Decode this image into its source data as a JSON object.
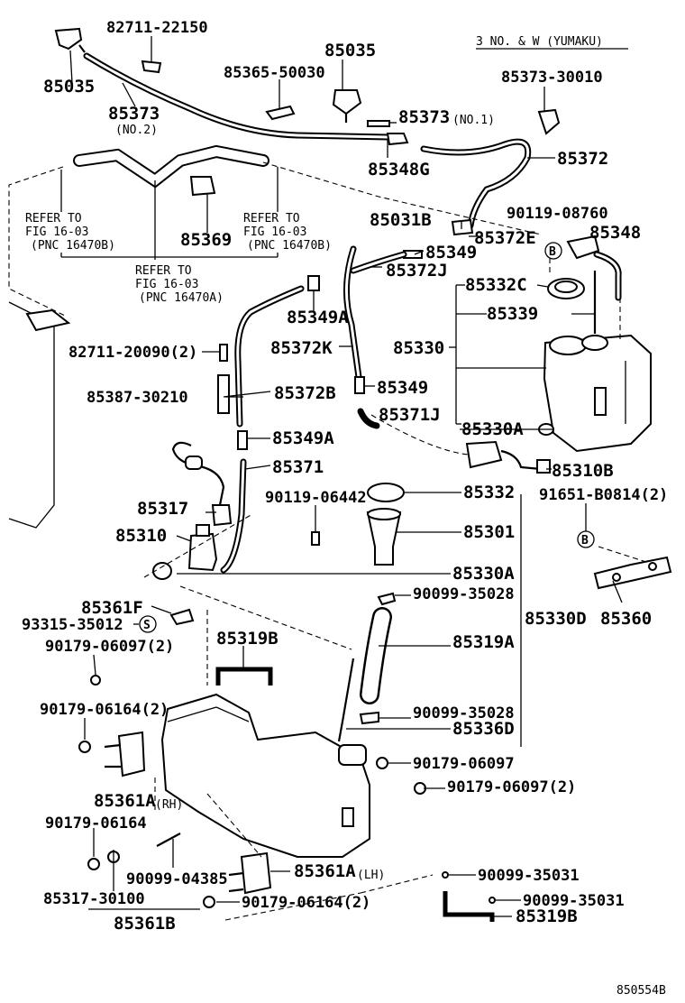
{
  "heading": "3 NO. & W (YUMAKU)",
  "footer_code": "850554B",
  "notes": {
    "refer_left": [
      "REFER TO",
      "FIG 16-03",
      "(PNC 16470B)"
    ],
    "refer_right": [
      "REFER TO",
      "FIG 16-03",
      "(PNC 16470B)"
    ],
    "refer_center": [
      "REFER TO",
      "FIG 16-03",
      "(PNC 16470A)"
    ]
  },
  "labels": {
    "p82711_22150": "82711-22150",
    "p85035_top": "85035",
    "p85035_left": "85035",
    "p85365": "85365-50030",
    "p85373_no2": "85373",
    "p85373_no2_sub": "(NO.2)",
    "p85373_no1": "85373",
    "p85373_no1_sub": "(NO.1)",
    "p85373_30010": "85373-30010",
    "p85348G": "85348G",
    "p85372": "85372",
    "p85369": "85369",
    "p85031B": "85031B",
    "p85372E": "85372E",
    "p90119_08760": "90119-08760",
    "p85348": "85348",
    "p85349_a": "85349",
    "p85372J": "85372J",
    "p85332C": "85332C",
    "p85349A_1": "85349A",
    "p85339": "85339",
    "p82711_20090": "82711-20090(2)",
    "p85372K": "85372K",
    "p85330": "85330",
    "p85387": "85387-30210",
    "p85372B": "85372B",
    "p85349_b": "85349",
    "p85371J": "85371J",
    "p85330A_1": "85330A",
    "p85349A_2": "85349A",
    "p85310B": "85310B",
    "p85371": "85371",
    "p90119_06442": "90119-06442",
    "p85332": "85332",
    "p91651": "91651-B0814(2)",
    "p85317": "85317",
    "p85301": "85301",
    "p85310": "85310",
    "p85330A_2": "85330A",
    "p90099_35028_a": "90099-35028",
    "p85361F": "85361F",
    "p85330D": "85330D",
    "p85360": "85360",
    "p93315": "93315-35012",
    "p90179_06097_2a": "90179-06097(2)",
    "p85319B_a": "85319B",
    "p85319A": "85319A",
    "p90179_06164_2a": "90179-06164(2)",
    "p90099_35028_b": "90099-35028",
    "p85336D": "85336D",
    "p90179_06097": "90179-06097",
    "p85361A_rh": "85361A",
    "rh": "(RH)",
    "p90179_06097_2b": "90179-06097(2)",
    "p90179_06164": "90179-06164",
    "p90099_04385": "90099-04385",
    "p85361A_lh": "85361A",
    "lh": "(LH)",
    "p90099_35031_a": "90099-35031",
    "p85317_30100": "85317-30100",
    "p90179_06164_2b": "90179-06164(2)",
    "p90099_35031_b": "90099-35031",
    "p85361B": "85361B",
    "p85319B_b": "85319B",
    "mark_b": "B",
    "mark_s": "S"
  }
}
